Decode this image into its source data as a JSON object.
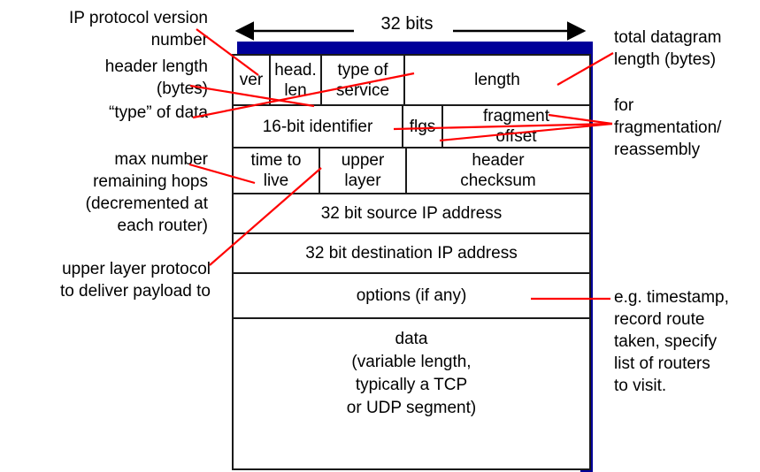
{
  "figure": {
    "title": "IP datagram format",
    "width_label": "32 bits",
    "accent_shadow_color": "#000099",
    "leader_line_color": "#ff0000",
    "border_color": "#1a1a1a"
  },
  "annotations": {
    "left": [
      {
        "id": "ip-version",
        "text": "IP protocol version\nnumber"
      },
      {
        "id": "header-length",
        "text": "header length\n(bytes)"
      },
      {
        "id": "type-of-data",
        "text": "“type” of data"
      },
      {
        "id": "time-to-live",
        "text": "max number\nremaining hops\n(decremented at\neach router)"
      },
      {
        "id": "upper-layer",
        "text": "upper layer protocol\nto deliver payload to"
      }
    ],
    "right": [
      {
        "id": "total-length",
        "text": "total datagram\nlength (bytes)"
      },
      {
        "id": "fragmentation",
        "text": "for\nfragmentation/\nreassembly"
      },
      {
        "id": "options",
        "text": "e.g. timestamp,\nrecord route\ntaken, specify\nlist of routers\nto visit."
      }
    ]
  },
  "datagram": {
    "rows": [
      {
        "id": "row-1",
        "cells": [
          {
            "id": "ver",
            "label": "ver"
          },
          {
            "id": "head-len",
            "label": "head.\nlen"
          },
          {
            "id": "type-of-service",
            "label": "type of\nservice"
          },
          {
            "id": "length",
            "label": "length"
          }
        ]
      },
      {
        "id": "row-2",
        "cells": [
          {
            "id": "identifier",
            "label": "16-bit identifier"
          },
          {
            "id": "flgs",
            "label": "flgs"
          },
          {
            "id": "fragment-offset",
            "label": "fragment\noffset"
          }
        ]
      },
      {
        "id": "row-3",
        "cells": [
          {
            "id": "time-to-live",
            "label": "time to\nlive"
          },
          {
            "id": "upper-layer",
            "label": "upper\nlayer"
          },
          {
            "id": "header-checksum",
            "label": "header\nchecksum"
          }
        ]
      },
      {
        "id": "row-4",
        "cells": [
          {
            "id": "source-ip",
            "label": "32 bit source IP address"
          }
        ]
      },
      {
        "id": "row-5",
        "cells": [
          {
            "id": "destination-ip",
            "label": "32 bit destination IP address"
          }
        ]
      },
      {
        "id": "row-6",
        "cells": [
          {
            "id": "options",
            "label": "options (if any)"
          }
        ]
      },
      {
        "id": "row-7",
        "cells": [
          {
            "id": "data",
            "label": "data\n(variable length,\ntypically a TCP\nor UDP segment)"
          }
        ]
      }
    ]
  }
}
